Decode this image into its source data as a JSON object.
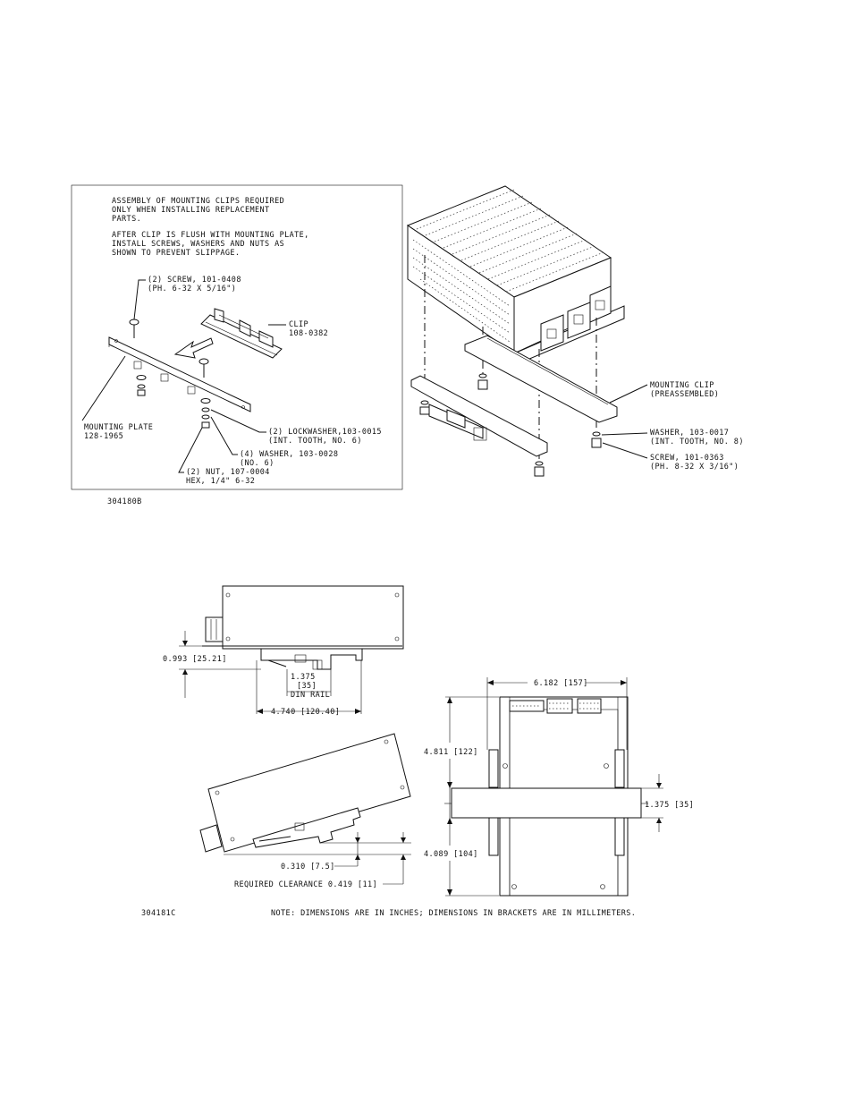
{
  "top_figure": {
    "notes": [
      "ASSEMBLY OF MOUNTING CLIPS REQUIRED",
      "ONLY WHEN INSTALLING REPLACEMENT",
      "PARTS.",
      "AFTER CLIP IS FLUSH WITH MOUNTING PLATE,",
      "INSTALL SCREWS, WASHERS AND NUTS AS",
      "SHOWN TO PREVENT SLIPPAGE."
    ],
    "callouts": {
      "screw_1": "(2) SCREW, 101-0408",
      "screw_2": "(PH. 6-32 X 5/16\")",
      "clip_1": "CLIP",
      "clip_2": "108-0382",
      "plate_1": "MOUNTING PLATE",
      "plate_2": "128-1965",
      "lockwasher_1": "(2) LOCKWASHER,103-0015",
      "lockwasher_2": "(INT. TOOTH, NO. 6)",
      "washer_1": "(4) WASHER, 103-0028",
      "washer_2": "(NO. 6)",
      "nut_1": "(2) NUT, 107-0004",
      "nut_2": "HEX, 1/4\" 6-32",
      "mclip_1": "MOUNTING CLIP",
      "mclip_2": "(PREASSEMBLED)",
      "rwasher_1": "WASHER, 103-0017",
      "rwasher_2": "(INT. TOOTH, NO. 8)",
      "rscrew_1": "SCREW, 101-0363",
      "rscrew_2": "(PH. 8-32 X 3/16\")"
    },
    "figure_number": "304180B"
  },
  "bottom_figure": {
    "dims": {
      "d_0993": "0.993 [25.21]",
      "d_1375_a": "1.375",
      "d_35": "[35]",
      "din_rail": "DIN RAIL",
      "d_4740": "4.740 [120.40]",
      "d_0310": "0.310 [7.5]",
      "d_clear": "REQUIRED CLEARANCE 0.419 [11]",
      "d_6182": "6.182 [157]",
      "d_4811": "4.811 [122]",
      "d_4089": "4.089 [104]",
      "d_1375_b": "1.375 [35]"
    },
    "figure_number": "304181C",
    "note": "NOTE: DIMENSIONS ARE IN INCHES; DIMENSIONS IN BRACKETS ARE IN MILLIMETERS."
  }
}
